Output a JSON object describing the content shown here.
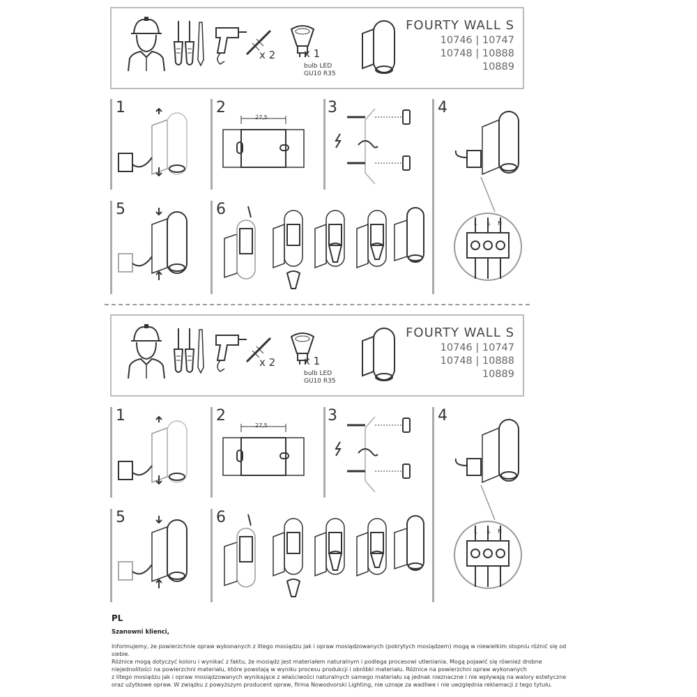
{
  "product": {
    "name": "FOURTY WALL S",
    "codes": [
      "10746 | 10747",
      "10748 | 10888",
      "10889"
    ]
  },
  "tools": {
    "anchor_qty": "x 2",
    "bulb_qty": "x 1",
    "bulb_label_1": "bulb LED",
    "bulb_label_2": "GU10 R35"
  },
  "steps": [
    "1",
    "2",
    "3",
    "4",
    "5",
    "6"
  ],
  "dimension": "27,5",
  "terminal_labels": {
    "l": "L",
    "n": "N",
    "earth": "⏚"
  },
  "text": {
    "lang": "PL",
    "greeting": "Szanowni klienci,",
    "lines": [
      "Informujemy, że powierzchnie opraw wykonanych z litego mosiądzu jak i opraw mosiądzowanych (pokrytych mosiądzem) mogą w niewielkim stopniu różnić się od siebie.",
      "Różnice mogą dotyczyć koloru i wynikać z faktu, że mosiądz jest materiałem naturalnym i podlega procesowi utleniania. Mogą pojawić się również drobne",
      "niejednolitości na powierzchni materiału, które powstają w wyniku procesu produkcji i obróbki materiału. Różnice na powierzchni opraw wykonanych",
      "z litego mosiądzu jak i opraw mosiądzowanych wynikające z właściwości naturalnych samego materiału są jednak nieznaczne i nie wpływają na walory estetyczne",
      "oraz użytkowe opraw. W związku z powyższym producent opraw, firma Nowodvorski Lighting, nie uznaje za wadliwe i nie uwzględnia reklamacji z tego tytułu."
    ]
  }
}
